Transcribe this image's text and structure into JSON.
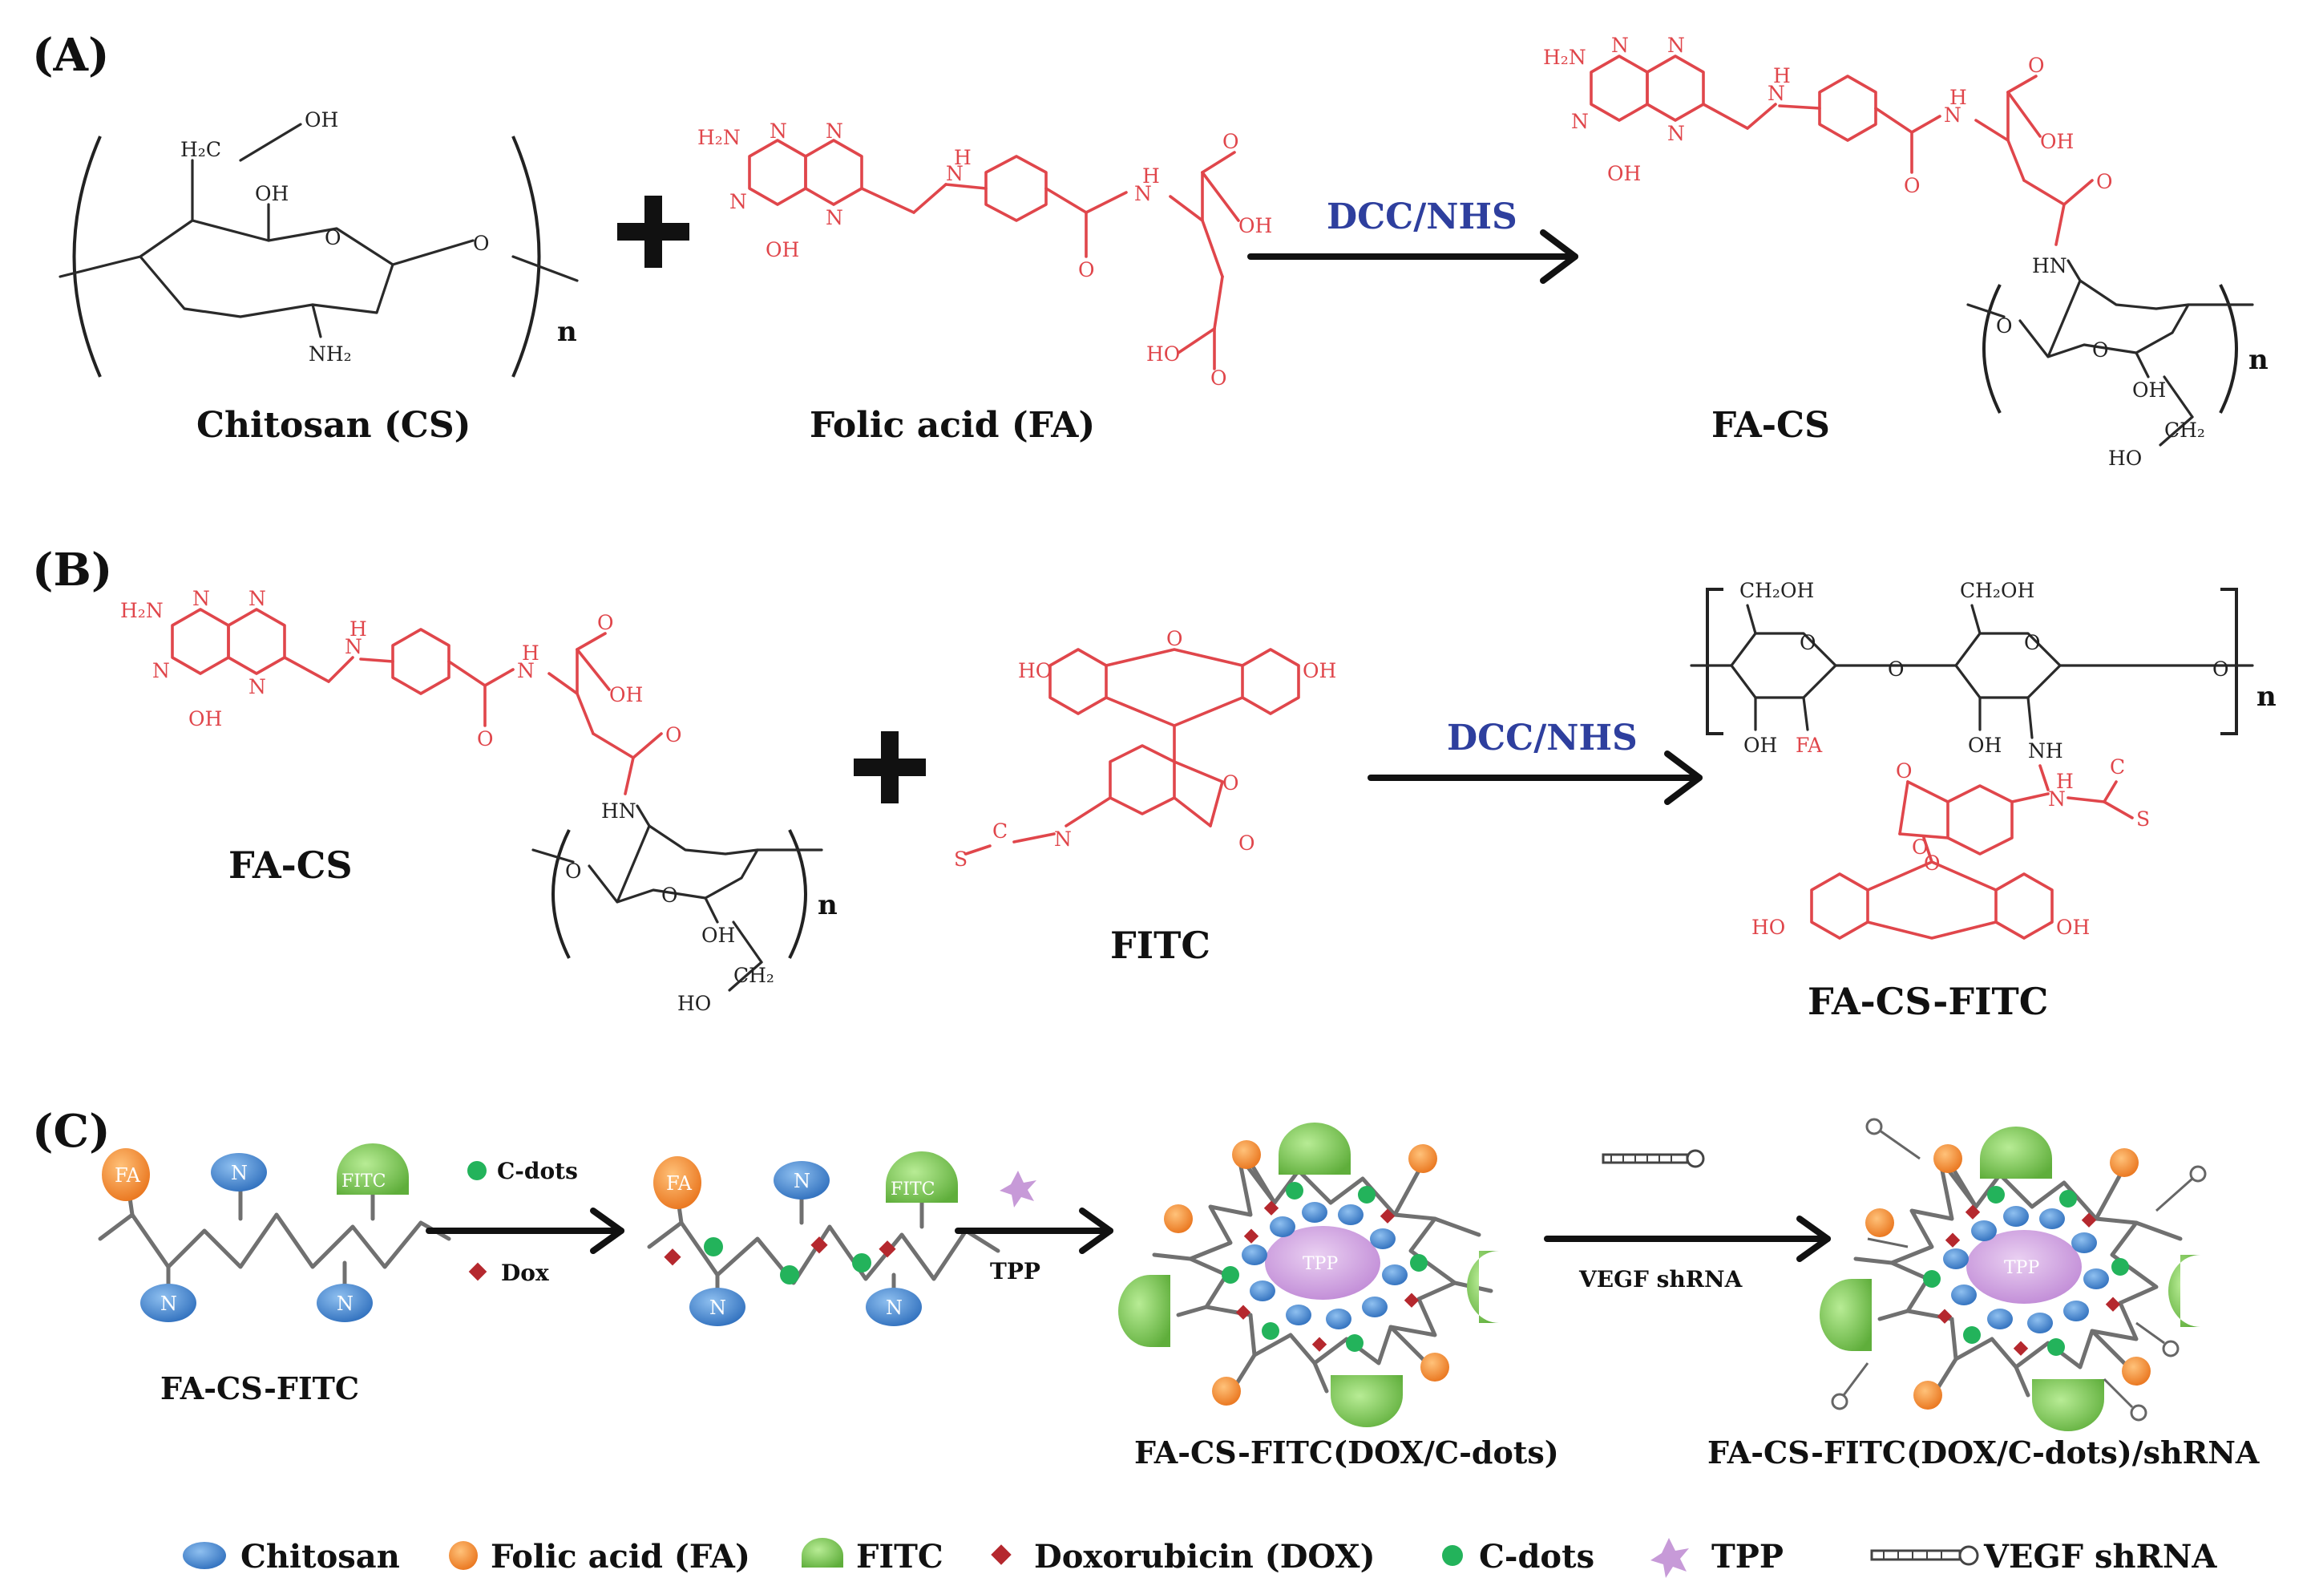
{
  "panels": {
    "A": {
      "label": "(A)",
      "chitosan_name": "Chitosan (CS)",
      "folic_name": "Folic acid (FA)",
      "reagent": "DCC/NHS",
      "product_name": "FA-CS",
      "repeat_n": "n"
    },
    "B": {
      "label": "(B)",
      "reactant_name": "FA-CS",
      "fitc_name": "FITC",
      "reagent": "DCC/NHS",
      "product_name": "FA-CS-FITC",
      "repeat_n": "n"
    },
    "C": {
      "label": "(C)",
      "step1_cdots": "C-dots",
      "step1_dox": "Dox",
      "step2": "TPP",
      "step3": "VEGF shRNA",
      "name_polymer": "FA-CS-FITC",
      "name_loaded": "FA-CS-FITC(DOX/C-dots)",
      "name_final": "FA-CS-FITC(DOX/C-dots)/shRNA",
      "node_n": "N",
      "node_fa": "FA",
      "node_fitc": "FITC",
      "core": "TPP"
    }
  },
  "atoms": {
    "oh": "OH",
    "o": "O",
    "nh2": "NH₂",
    "h2n": "H₂N",
    "h2c": "H₂C",
    "ch2": "CH₂",
    "ho": "HO",
    "n": "N",
    "h": "H",
    "hn": "HN",
    "cooh_oh": "OH",
    "ch2oh": "CH₂OH",
    "fa": "FA",
    "s": "S",
    "c": "C",
    "nh": "NH"
  },
  "legend": [
    {
      "label": "Chitosan",
      "icon": "blue-ellipse-icon"
    },
    {
      "label": "Folic acid (FA)",
      "icon": "orange-circle-icon"
    },
    {
      "label": "FITC",
      "icon": "green-semicircle-icon"
    },
    {
      "label": "Doxorubicin (DOX)",
      "icon": "red-diamond-icon"
    },
    {
      "label": "C-dots",
      "icon": "green-dot-icon"
    },
    {
      "label": "TPP",
      "icon": "purple-star-icon"
    },
    {
      "label": "VEGF shRNA",
      "icon": "hairpin-icon"
    }
  ],
  "colors": {
    "fa_structure": "#e0464b",
    "reagent": "#2e3f9e",
    "chitosan": "#3a7dc9",
    "folic_acid": "#f08a2a",
    "fitc": "#7cc55a",
    "dox": "#b5282e",
    "cdots": "#23b35b",
    "tpp": "#c79ad8"
  }
}
